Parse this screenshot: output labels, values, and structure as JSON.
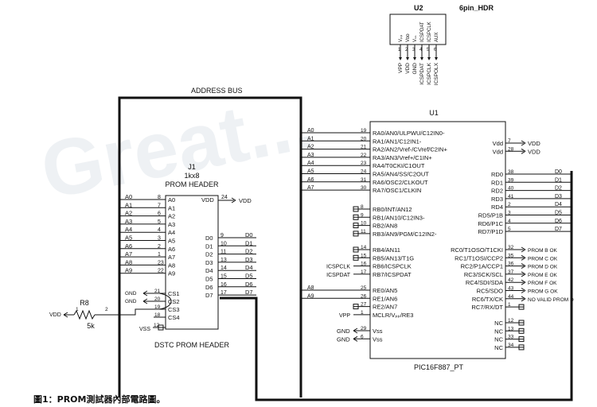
{
  "u2": {
    "ref": "U2",
    "name": "6pin_HDR",
    "pins": [
      "1",
      "2",
      "3",
      "4",
      "5",
      "6"
    ],
    "inner": [
      "Vₚₚ",
      "Vᴅᴅ",
      "Vₛₛ",
      "ICSPDAT",
      "ICSPCLK",
      "AUX"
    ],
    "nets": [
      "VPP",
      "VDD",
      "GND",
      "ICSPDAT",
      "ICSPCLK",
      "ICSPOLX"
    ]
  },
  "bus_label": "ADDRESS BUS",
  "j1": {
    "ref": "J1",
    "value": "1kx8",
    "title": "PROM HEADER",
    "footer": "DSTC PROM HEADER",
    "left_nets": [
      "A0",
      "A1",
      "A2",
      "A3",
      "A4",
      "A5",
      "A6",
      "A7",
      "A8",
      "A9"
    ],
    "left_pins": [
      "8",
      "7",
      "6",
      "5",
      "4",
      "3",
      "2",
      "1",
      "23",
      "22"
    ],
    "left_inner": [
      "A0",
      "A1",
      "A2",
      "A3",
      "A4",
      "A5",
      "A6",
      "A7",
      "A8",
      "A9"
    ],
    "vdd": {
      "inner": "VDD",
      "pin": "24",
      "net": "VDD"
    },
    "d_pins": [
      "9",
      "10",
      "11",
      "13",
      "14",
      "15",
      "16",
      "17"
    ],
    "d_inner": [
      "D0",
      "D1",
      "D2",
      "D3",
      "D4",
      "D5",
      "D6",
      "D7"
    ],
    "d_nets": [
      "D0",
      "D1",
      "D2",
      "D3",
      "D4",
      "D5",
      "D6",
      "D7"
    ],
    "cs_pins": [
      "21",
      "20",
      "19",
      "18"
    ],
    "cs_inner": [
      "CS1",
      "CS2",
      "CS3",
      "CS4"
    ],
    "cs_nets": [
      "GND",
      "GND"
    ],
    "vss": {
      "net": "VSS",
      "pin": "12"
    }
  },
  "r8": {
    "ref": "R8",
    "value": "5k",
    "pin1": "1",
    "pin2": "2",
    "net": "VDD"
  },
  "u1": {
    "ref": "U1",
    "part": "PIC16F887_PT",
    "left_top": [
      {
        "net": "A0",
        "pin": "19",
        "name": "RA0/AN0/ULPWU/C12IN0-"
      },
      {
        "net": "A1",
        "pin": "20",
        "name": "RA1/AN1/C12IN1-"
      },
      {
        "net": "A2",
        "pin": "21",
        "name": "RA2/AN2/Vref-/CVref/C2IN+"
      },
      {
        "net": "A3",
        "pin": "22",
        "name": "RA3/AN3/Vref+/C1IN+"
      },
      {
        "net": "A4",
        "pin": "23",
        "name": "RA4/T0CKI/C1OUT"
      },
      {
        "net": "A5",
        "pin": "24",
        "name": "RA5/AN4/SS/C2OUT"
      },
      {
        "net": "A6",
        "pin": "31",
        "name": "RA6/OSC2/CLKOUT"
      },
      {
        "net": "A7",
        "pin": "30",
        "name": "RA7/OSC1/CLKIN"
      }
    ],
    "left_rb_lo": [
      {
        "pin": "8",
        "name": "RB0/INT/AN12"
      },
      {
        "pin": "9",
        "name": "RB1/AN10/C12IN3-"
      },
      {
        "pin": "10",
        "name": "RB2/AN8"
      },
      {
        "pin": "11",
        "name": "RB3/AN9/PGM/C12IN2-"
      }
    ],
    "left_rb_hi": [
      {
        "net": "",
        "pin": "14",
        "name": "RB4/AN11"
      },
      {
        "net": "",
        "pin": "15",
        "name": "RB5/AN13/T1G"
      },
      {
        "net": "ICSPCLK",
        "pin": "16",
        "name": "RB6/ICSPCLK"
      },
      {
        "net": "ICSPDAT",
        "pin": "17",
        "name": "RB7/ICSPDAT"
      }
    ],
    "left_re": [
      {
        "net": "A8",
        "pin": "25",
        "name": "RE0/AN5"
      },
      {
        "net": "A9",
        "pin": "26",
        "name": "RE1/AN6"
      },
      {
        "net": "",
        "pin": "27",
        "name": "RE2/AN7"
      },
      {
        "net": "VPP",
        "pin": "1",
        "name": "MCLR/Vₚₚ/RE3"
      }
    ],
    "left_vss": [
      {
        "net": "GND",
        "pin": "29",
        "name": "Vss"
      },
      {
        "net": "GND",
        "pin": "6",
        "name": "Vss"
      }
    ],
    "right_vdd": [
      {
        "name": "Vdd",
        "pin": "7",
        "net": "VDD"
      },
      {
        "name": "Vdd",
        "pin": "28",
        "net": "VDD"
      }
    ],
    "right_rd": [
      {
        "name": "RD0",
        "pin": "38",
        "net": "D0"
      },
      {
        "name": "RD1",
        "pin": "39",
        "net": "D1"
      },
      {
        "name": "RD2",
        "pin": "40",
        "net": "D2"
      },
      {
        "name": "RD3",
        "pin": "41",
        "net": "D3"
      },
      {
        "name": "RD4",
        "pin": "2",
        "net": "D4"
      },
      {
        "name": "RD5/P1B",
        "pin": "3",
        "net": "D5"
      },
      {
        "name": "RD6/P1C",
        "pin": "4",
        "net": "D6"
      },
      {
        "name": "RD7/P1D",
        "pin": "5",
        "net": "D7"
      }
    ],
    "right_rc": [
      {
        "name": "RC0/T1OSO/T1CKI",
        "pin": "32",
        "net": "PROM B OK"
      },
      {
        "name": "RC1/T1OSI/CCP2",
        "pin": "35",
        "net": "PROM C OK"
      },
      {
        "name": "RC2/P1A/CCP1",
        "pin": "36",
        "net": "PROM D OK"
      },
      {
        "name": "RC3/SCK/SCL",
        "pin": "37",
        "net": "PROM E OK"
      },
      {
        "name": "RC4/SDI/SDA",
        "pin": "42",
        "net": "PROM F OK"
      },
      {
        "name": "RC5/SDO",
        "pin": "43",
        "net": "PROM G OK"
      },
      {
        "name": "RC6/TX/CK",
        "pin": "44",
        "net": "NO VALID PROM D"
      },
      {
        "name": "RC7/RX/DT",
        "pin": "1",
        "net": ""
      }
    ],
    "right_nc": [
      {
        "name": "NC",
        "pin": "12"
      },
      {
        "name": "NC",
        "pin": "13"
      },
      {
        "name": "NC",
        "pin": "33"
      },
      {
        "name": "NC",
        "pin": "34"
      }
    ]
  },
  "watermark": "Great...",
  "caption": "圖1：PROM測試器內部電路圖。"
}
